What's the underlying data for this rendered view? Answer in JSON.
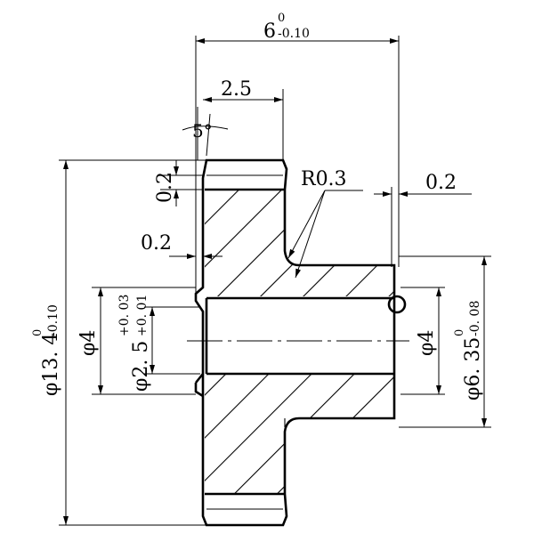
{
  "dimensions": {
    "total_length": {
      "base": "6",
      "upper": "0",
      "lower": "-0.10"
    },
    "gear_width": "2.5",
    "chamfer_angle": "5°",
    "tooth_chamfer": "0.2",
    "face_offset": "0.2",
    "hub_offset": "0.2",
    "fillet": "R0.3",
    "outer_diameter": {
      "base": "φ13. 4",
      "upper": "0",
      "lower": "-0.10"
    },
    "bore_left": "φ4",
    "bore_inner": {
      "base": "φ2. 5",
      "upper": "+0. 03",
      "lower": "+0. 01"
    },
    "bore_right": "φ4",
    "hub_diameter": {
      "base": "φ6. 35",
      "upper": "0",
      "lower": "-0. 08"
    }
  }
}
